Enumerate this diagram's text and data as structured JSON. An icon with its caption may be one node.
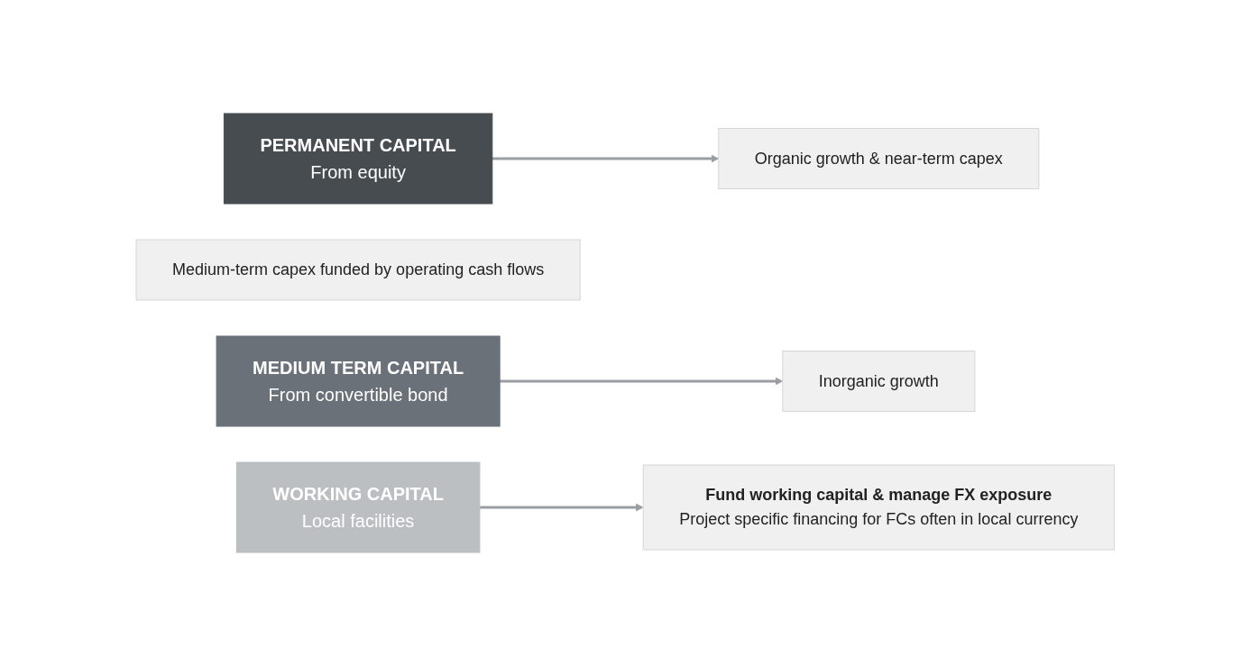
{
  "diagram": {
    "nodes": [
      {
        "text": [
          "PERMANENT CAPITAL",
          "From equity"
        ]
      },
      {
        "text": [
          "Organic growth & near-term capex"
        ]
      },
      {
        "text": [
          "Medium-term capex funded by operating cash flows"
        ]
      },
      {
        "text": [
          "MEDIUM TERM CAPITAL",
          "From convertible bond"
        ]
      },
      {
        "text": [
          "Inorganic growth"
        ]
      },
      {
        "text": [
          "WORKING CAPITAL",
          "Local facilities"
        ]
      },
      {
        "text": [
          "Fund working capital & manage FX exposure",
          "Project specific financing for FCs often in local currency"
        ]
      }
    ],
    "edges": [
      {
        "from": 0,
        "to": 1,
        "arrow": "to"
      },
      {
        "from": 3,
        "to": 4,
        "arrow": "to"
      },
      {
        "from": 5,
        "to": 6,
        "arrow": "to"
      }
    ]
  }
}
